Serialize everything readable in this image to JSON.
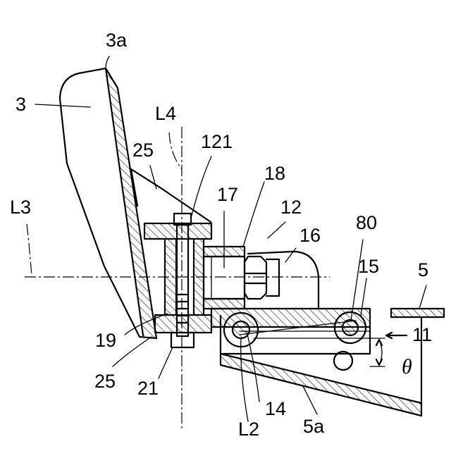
{
  "figure": {
    "labels": {
      "l3a": "3a",
      "l3": "3",
      "lL4": "L4",
      "l121": "121",
      "l25top": "25",
      "l18": "18",
      "l17": "17",
      "l12": "12",
      "lL3": "L3",
      "l80": "80",
      "l16": "16",
      "l15": "15",
      "l5": "5",
      "l11": "11",
      "ltheta": "θ",
      "l19": "19",
      "l25bot": "25",
      "l21": "21",
      "l14": "14",
      "lL2": "L2",
      "l5a": "5a"
    }
  }
}
